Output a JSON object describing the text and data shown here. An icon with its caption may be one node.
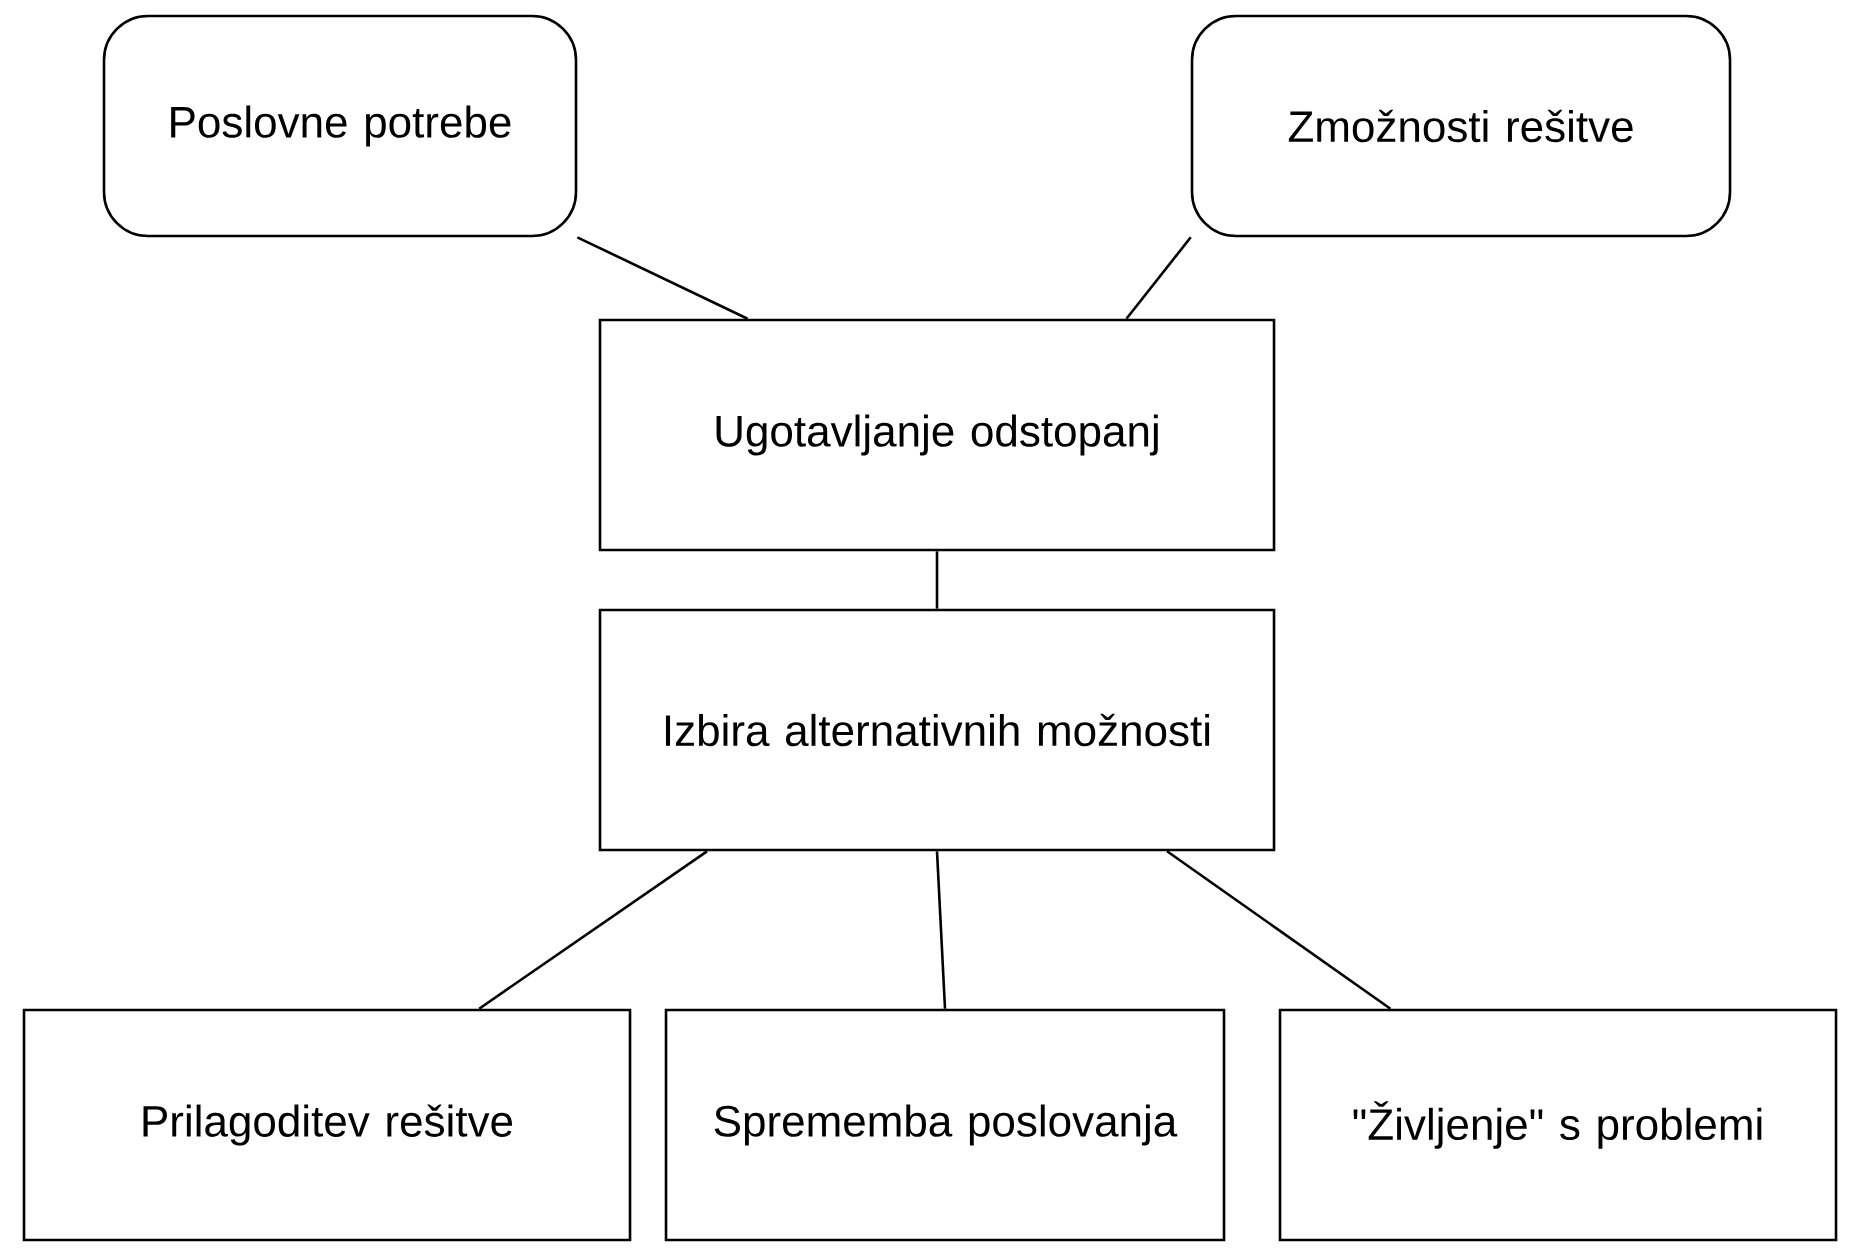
{
  "diagram": {
    "nodes": [
      {
        "text": [
          "Poslovne potrebe"
        ]
      },
      {
        "text": [
          "Zmožnosti rešitve"
        ]
      },
      {
        "text": [
          "Ugotavljanje odstopanj"
        ]
      },
      {
        "text": [
          "Izbira alternativnih možnosti"
        ]
      },
      {
        "text": [
          "Prilagoditev rešitve"
        ]
      },
      {
        "text": [
          "Sprememba poslovanja"
        ]
      },
      {
        "text": [
          "\"Življenje\" s problemi"
        ]
      }
    ],
    "edges": [
      {
        "from": 0,
        "to": 2,
        "arrow": "none"
      },
      {
        "from": 1,
        "to": 2,
        "arrow": "none"
      },
      {
        "from": 2,
        "to": 3,
        "arrow": "none"
      },
      {
        "from": 3,
        "to": 4,
        "arrow": "none"
      },
      {
        "from": 3,
        "to": 5,
        "arrow": "none"
      },
      {
        "from": 3,
        "to": 6,
        "arrow": "none"
      }
    ]
  }
}
